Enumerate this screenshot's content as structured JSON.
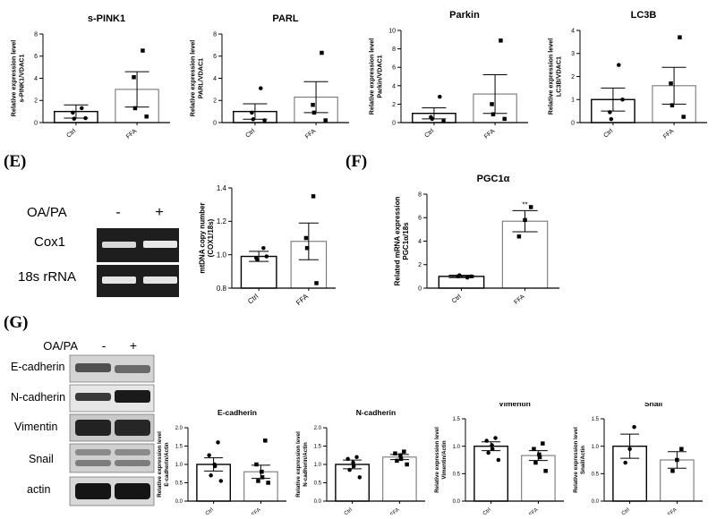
{
  "panels": {
    "E": "(E)",
    "F": "(F)",
    "G": "(G)"
  },
  "gel_E": {
    "condition_label": "OA/PA",
    "lanes": [
      "-",
      "+"
    ],
    "rows": [
      "Cox1",
      "18s rRNA"
    ]
  },
  "blot_G": {
    "condition_label": "OA/PA",
    "lanes": [
      "-",
      "+"
    ],
    "rows": [
      "E-cadherin",
      "N-cadherin",
      "Vimentin",
      "Snail",
      "actin"
    ]
  },
  "chart_data": [
    {
      "id": "spink1",
      "type": "bar",
      "title": "s-PINK1",
      "ylabel": [
        "Relative expression level",
        "s-PINK1/VDAC1"
      ],
      "categories": [
        "Ctrl",
        "FFA"
      ],
      "values": [
        1.0,
        3.0
      ],
      "errors": [
        0.6,
        1.6
      ],
      "points": [
        [
          1.3,
          0.9,
          0.35,
          0.4
        ],
        [
          6.5,
          4.1,
          1.3,
          0.55
        ]
      ],
      "ylim": [
        0,
        8
      ],
      "yticks": [
        "0",
        "2",
        "4",
        "6",
        "8"
      ],
      "sig": [
        "",
        ""
      ]
    },
    {
      "id": "parl",
      "type": "bar",
      "title": "PARL",
      "ylabel": [
        "Relative expression level",
        "PARL/VDAC1"
      ],
      "categories": [
        "Ctrl",
        "FFA"
      ],
      "values": [
        1.0,
        2.3
      ],
      "errors": [
        0.7,
        1.4
      ],
      "points": [
        [
          3.1,
          0.9,
          0.3,
          0.2
        ],
        [
          6.3,
          1.6,
          0.9,
          0.2
        ]
      ],
      "ylim": [
        0,
        8
      ],
      "yticks": [
        "0",
        "2",
        "4",
        "6",
        "8"
      ],
      "sig": [
        "",
        ""
      ]
    },
    {
      "id": "parkin",
      "type": "bar",
      "title": "Parkin",
      "ylabel": [
        "Relative expression level",
        "Parkin/VDAC1"
      ],
      "categories": [
        "Ctrl",
        "FFA"
      ],
      "values": [
        1.0,
        3.1
      ],
      "errors": [
        0.6,
        2.1
      ],
      "points": [
        [
          2.8,
          0.6,
          0.4,
          0.2
        ],
        [
          8.9,
          2.0,
          0.9,
          0.4
        ]
      ],
      "ylim": [
        0,
        10
      ],
      "yticks": [
        "0",
        "2",
        "4",
        "6",
        "8",
        "10"
      ],
      "sig": [
        "",
        ""
      ]
    },
    {
      "id": "lc3b",
      "type": "bar",
      "title": "LC3B",
      "ylabel": [
        "Relative expression level",
        "LC3B/VDAC1"
      ],
      "categories": [
        "Ctrl",
        "FFA"
      ],
      "values": [
        1.0,
        1.6
      ],
      "errors": [
        0.5,
        0.8
      ],
      "points": [
        [
          2.5,
          0.45,
          0.15,
          1.0
        ],
        [
          3.7,
          1.7,
          0.75,
          0.25
        ]
      ],
      "ylim": [
        0,
        4
      ],
      "yticks": [
        "0",
        "1",
        "2",
        "3",
        "4"
      ],
      "sig": [
        "",
        ""
      ]
    },
    {
      "id": "mtdna",
      "type": "bar",
      "title": "",
      "ylabel": [
        "mtDNA copy number",
        "(COX1/18s)"
      ],
      "categories": [
        "Ctrl",
        "FFA"
      ],
      "values": [
        0.99,
        1.08
      ],
      "errors": [
        0.03,
        0.11
      ],
      "points": [
        [
          1.04,
          0.98,
          0.97,
          0.99
        ],
        [
          1.35,
          1.1,
          1.04,
          0.83
        ]
      ],
      "ylim": [
        0.8,
        1.4
      ],
      "yticks": [
        "0.8",
        "1.0",
        "1.2",
        "1.4"
      ],
      "sig": [
        "",
        ""
      ]
    },
    {
      "id": "pgc1a",
      "type": "bar",
      "title": "PGC1α",
      "ylabel": [
        "Related mRNA expression",
        "PGC1α/18s"
      ],
      "categories": [
        "Ctrl",
        "FFA"
      ],
      "values": [
        1.0,
        5.7
      ],
      "errors": [
        0.1,
        0.9
      ],
      "points": [
        [
          0.9,
          1.0,
          1.1,
          1.0
        ],
        [
          6.9,
          5.8,
          4.4
        ]
      ],
      "ylim": [
        0,
        8
      ],
      "yticks": [
        "0",
        "2",
        "4",
        "6",
        "8"
      ],
      "sig": [
        "",
        "**"
      ]
    },
    {
      "id": "ecadherin",
      "type": "bar",
      "title": "E-cadherin",
      "ylabel": [
        "Relative expression level",
        "E-cadherin/Actin"
      ],
      "categories": [
        "Ctrl",
        "FFA"
      ],
      "values": [
        1.0,
        0.8
      ],
      "errors": [
        0.18,
        0.18
      ],
      "points": [
        [
          1.6,
          1.25,
          1.0,
          0.95,
          0.7,
          0.55
        ],
        [
          1.65,
          1.0,
          0.8,
          0.65,
          0.55,
          0.5
        ]
      ],
      "ylim": [
        0,
        2.0
      ],
      "yticks": [
        "0.0",
        "0.5",
        "1.0",
        "1.5",
        "2.0"
      ],
      "sig": [
        "",
        ""
      ]
    },
    {
      "id": "ncadherin",
      "type": "bar",
      "title": "N-cadherin",
      "ylabel": [
        "Relative expression level",
        "N-cadherin/Actin"
      ],
      "categories": [
        "Ctrl",
        "FFA"
      ],
      "values": [
        1.0,
        1.2
      ],
      "errors": [
        0.12,
        0.07
      ],
      "points": [
        [
          1.2,
          1.15,
          1.05,
          0.95,
          0.85,
          0.65
        ],
        [
          1.35,
          1.3,
          1.25,
          1.15,
          1.1,
          1.0
        ]
      ],
      "ylim": [
        0,
        2.0
      ],
      "yticks": [
        "0.0",
        "0.5",
        "1.0",
        "1.5",
        "2.0"
      ],
      "sig": [
        "",
        ""
      ]
    },
    {
      "id": "vimentin",
      "type": "bar",
      "title": "Vimentin",
      "ylabel": [
        "Relative expression level",
        "Vimentin/Actin"
      ],
      "categories": [
        "Ctrl",
        "FFA"
      ],
      "values": [
        1.0,
        0.83
      ],
      "errors": [
        0.08,
        0.09
      ],
      "points": [
        [
          1.15,
          1.1,
          1.02,
          0.95,
          0.88,
          0.75
        ],
        [
          1.05,
          0.95,
          0.85,
          0.8,
          0.7,
          0.55
        ]
      ],
      "ylim": [
        0,
        1.5
      ],
      "yticks": [
        "0.0",
        "0.5",
        "1.0",
        "1.5"
      ],
      "sig": [
        "",
        ""
      ]
    },
    {
      "id": "snail",
      "type": "bar",
      "title": "Snail",
      "ylabel": [
        "Relative expression level",
        "Snail/Actin"
      ],
      "categories": [
        "Ctrl",
        "FFA"
      ],
      "values": [
        1.0,
        0.75
      ],
      "errors": [
        0.22,
        0.15
      ],
      "points": [
        [
          1.35,
          0.95,
          0.7
        ],
        [
          0.95,
          0.75,
          0.55
        ]
      ],
      "ylim": [
        0,
        1.5
      ],
      "yticks": [
        "0.0",
        "0.5",
        "1.0",
        "1.5"
      ],
      "sig": [
        "",
        ""
      ]
    }
  ]
}
